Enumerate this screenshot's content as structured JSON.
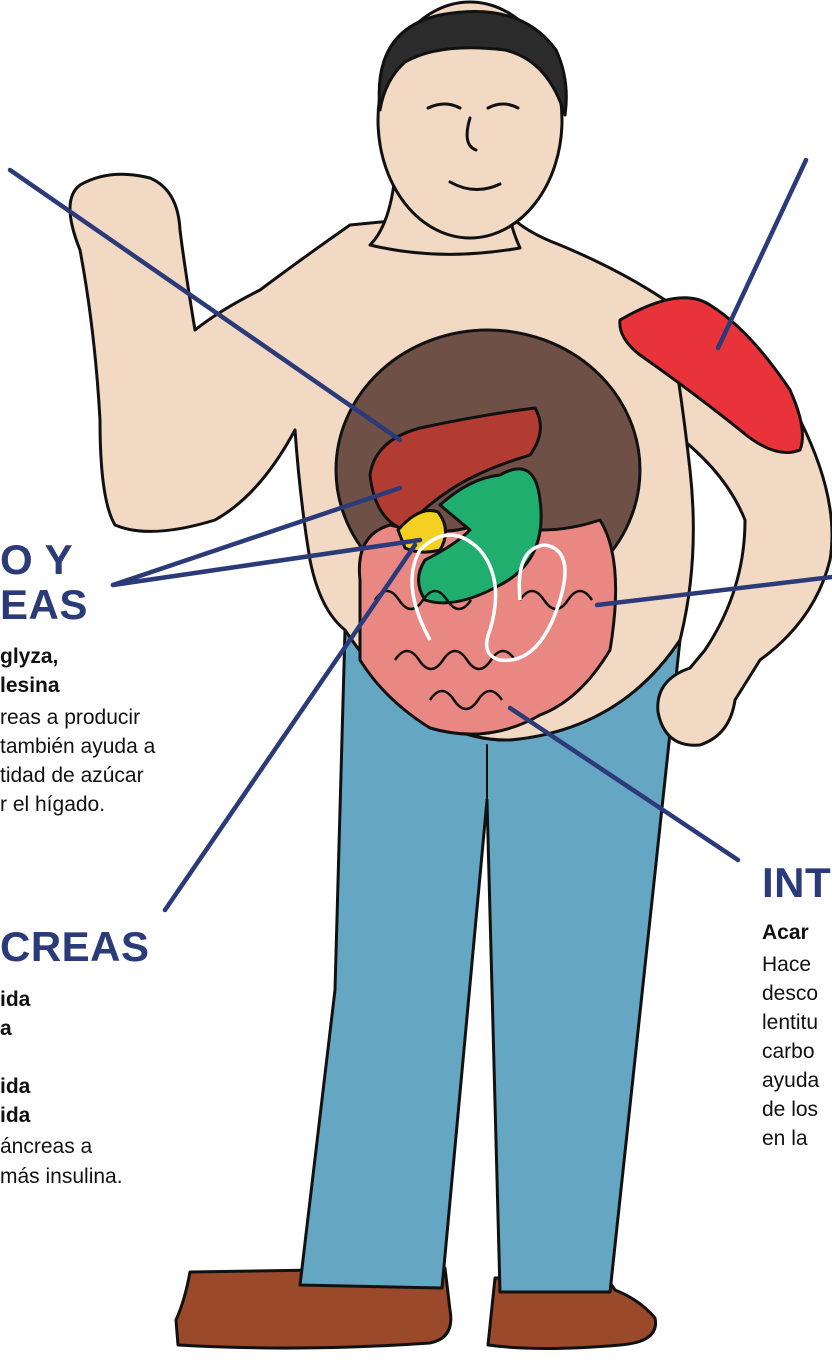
{
  "labels": {
    "liver_pancreas": {
      "heading": [
        "O Y",
        "EAS"
      ],
      "drugs": [
        "glyza,",
        "lesina"
      ],
      "description": [
        "reas a producir",
        "también ayuda a",
        "tidad de azúcar",
        "r el hígado."
      ]
    },
    "pancreas": {
      "heading": "CREAS",
      "drugs": [
        "ida",
        "a",
        "",
        "ida",
        "ida"
      ],
      "description": [
        "áncreas a",
        "más insulina."
      ]
    },
    "intestine": {
      "heading": "INT",
      "drugs": [
        "Acar"
      ],
      "description": [
        "Hace",
        "desco",
        "lentitu",
        "carbo",
        "ayuda",
        "de los",
        "en la"
      ]
    }
  },
  "colors": {
    "line": "#2b3a78",
    "skin": "#f2d9c4",
    "outline": "#111111",
    "abdomen": "#6e5047",
    "liver": "#b33c32",
    "stomach": "#1fae6e",
    "pancreas": "#f3d021",
    "intestine": "#e98783",
    "muscle": "#e8333a",
    "jeans": "#65a7c3",
    "shoes": "#9a4a2a",
    "hair": "#2b2b2b"
  }
}
